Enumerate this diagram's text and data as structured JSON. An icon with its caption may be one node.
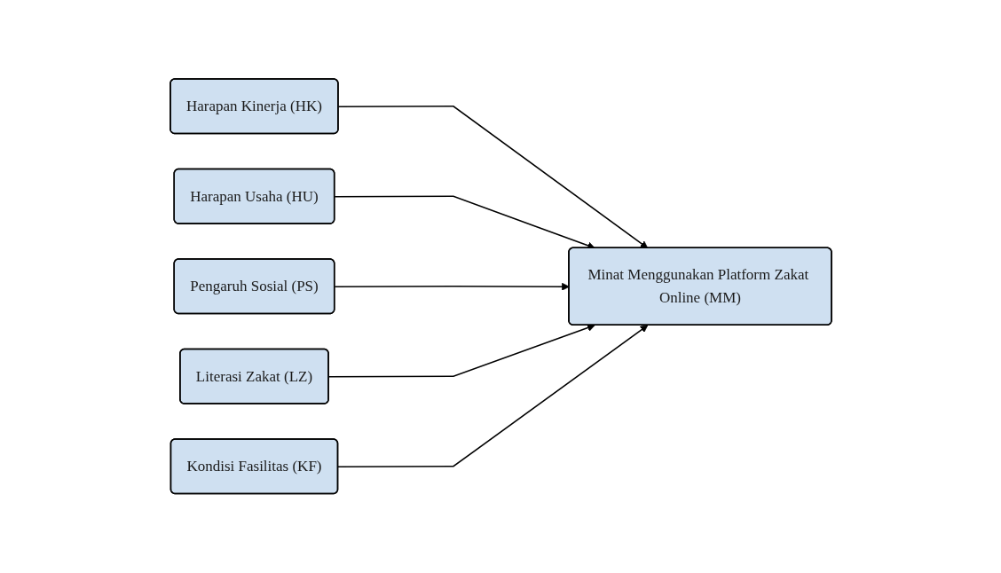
{
  "diagram": {
    "nodes": [
      {
        "text": [
          "Harapan Kinerja (HK)"
        ]
      },
      {
        "text": [
          "Harapan Usaha (HU)"
        ]
      },
      {
        "text": [
          "Pengaruh Sosial (PS)"
        ]
      },
      {
        "text": [
          "Literasi Zakat (LZ)"
        ]
      },
      {
        "text": [
          "Kondisi Fasilitas (KF)"
        ]
      },
      {
        "text": [
          "Minat Menggunakan Platform Zakat Online (MM)"
        ]
      }
    ],
    "edges": [
      {
        "from": 0,
        "to": 5,
        "arrow": "to"
      },
      {
        "from": 1,
        "to": 5,
        "arrow": "to"
      },
      {
        "from": 2,
        "to": 5,
        "arrow": "to"
      },
      {
        "from": 3,
        "to": 5,
        "arrow": "to"
      },
      {
        "from": 4,
        "to": 5,
        "arrow": "to"
      }
    ]
  }
}
